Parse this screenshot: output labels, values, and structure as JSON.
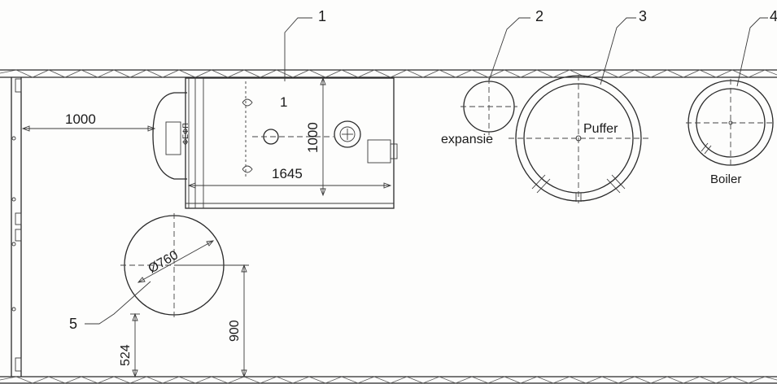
{
  "labels": {
    "callout_1": "1",
    "callout_2": "2",
    "callout_3": "3",
    "callout_4": "4",
    "callout_5": "5",
    "expansion_tank": "expansie",
    "buffer_tank": "Puffer",
    "boiler": "Boiler",
    "unit_marking": "ΦΕΦΠ"
  },
  "dimensions": {
    "wall_clearance": "1000",
    "unit_length": "1645",
    "unit_depth": "1000",
    "tank_diameter": "Ø760",
    "tank_distance_a": "524",
    "tank_distance_b": "900"
  },
  "colors": {
    "ink": "#2a2a2a",
    "paper": "#fdfdfc"
  }
}
